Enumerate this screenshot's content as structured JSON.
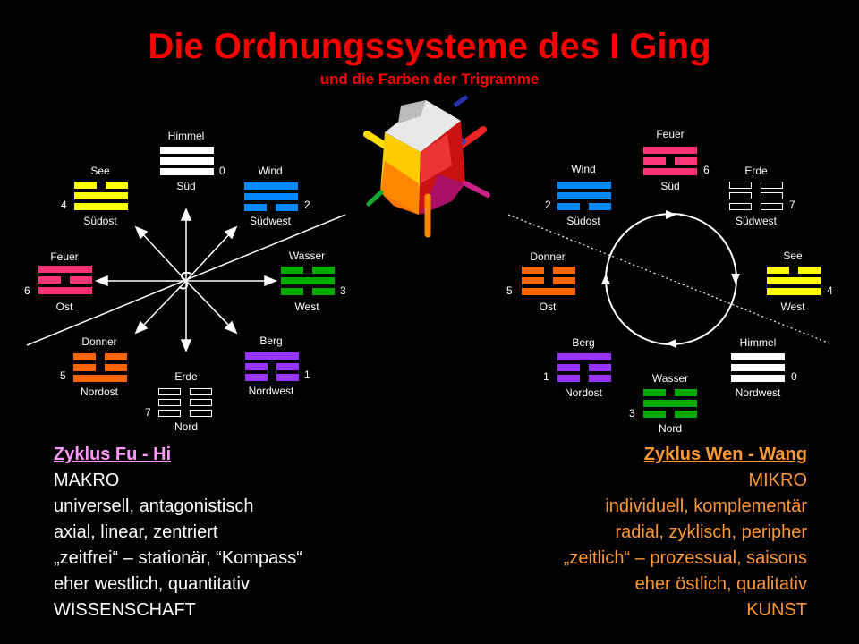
{
  "title": "Die Ordnungssysteme des I Ging",
  "subtitle": "und die Farben der Trigramme",
  "colors": {
    "title": "#ff0000",
    "left_heading": "#ff99ff",
    "right_heading": "#ff9933",
    "right_text": "#ff9933",
    "white": "#ffffff",
    "yellow": "#ffff00",
    "blue": "#0088ff",
    "green": "#00aa00",
    "purple": "#9933ff",
    "orange": "#ff6600",
    "pink": "#ff3377"
  },
  "fuhi": {
    "trigrams": [
      {
        "id": "himmel",
        "name": "Himmel",
        "direction": "Süd",
        "number": "0",
        "color": "#ffffff",
        "lines": [
          1,
          1,
          1
        ],
        "outline": false
      },
      {
        "id": "wind",
        "name": "Wind",
        "direction": "Südwest",
        "number": "2",
        "color": "#0088ff",
        "lines": [
          1,
          1,
          0
        ],
        "outline": false
      },
      {
        "id": "wasser",
        "name": "Wasser",
        "direction": "West",
        "number": "3",
        "color": "#00aa00",
        "lines": [
          0,
          1,
          0
        ],
        "outline": false
      },
      {
        "id": "berg",
        "name": "Berg",
        "direction": "Nordwest",
        "number": "1",
        "color": "#9933ff",
        "lines": [
          1,
          0,
          0
        ],
        "outline": false
      },
      {
        "id": "erde",
        "name": "Erde",
        "direction": "Nord",
        "number": "7",
        "color": "#ffffff",
        "lines": [
          0,
          0,
          0
        ],
        "outline": true
      },
      {
        "id": "donner",
        "name": "Donner",
        "direction": "Nordost",
        "number": "5",
        "color": "#ff6600",
        "lines": [
          0,
          0,
          1
        ],
        "outline": false
      },
      {
        "id": "feuer",
        "name": "Feuer",
        "direction": "Ost",
        "number": "6",
        "color": "#ff3377",
        "lines": [
          1,
          0,
          1
        ],
        "outline": false
      },
      {
        "id": "see",
        "name": "See",
        "direction": "Südost",
        "number": "4",
        "color": "#ffff00",
        "lines": [
          0,
          1,
          1
        ],
        "outline": false
      }
    ]
  },
  "wenwang": {
    "trigrams": [
      {
        "id": "feuer",
        "name": "Feuer",
        "direction": "Süd",
        "number": "6",
        "color": "#ff3377",
        "lines": [
          1,
          0,
          1
        ],
        "outline": false
      },
      {
        "id": "erde",
        "name": "Erde",
        "direction": "Südwest",
        "number": "7",
        "color": "#ffffff",
        "lines": [
          0,
          0,
          0
        ],
        "outline": true
      },
      {
        "id": "see",
        "name": "See",
        "direction": "West",
        "number": "4",
        "color": "#ffff00",
        "lines": [
          0,
          1,
          1
        ],
        "outline": false
      },
      {
        "id": "himmel",
        "name": "Himmel",
        "direction": "Nordwest",
        "number": "0",
        "color": "#ffffff",
        "lines": [
          1,
          1,
          1
        ],
        "outline": false
      },
      {
        "id": "wasser",
        "name": "Wasser",
        "direction": "Nord",
        "number": "3",
        "color": "#00aa00",
        "lines": [
          0,
          1,
          0
        ],
        "outline": false
      },
      {
        "id": "berg",
        "name": "Berg",
        "direction": "Nordost",
        "number": "1",
        "color": "#9933ff",
        "lines": [
          1,
          0,
          0
        ],
        "outline": false
      },
      {
        "id": "donner",
        "name": "Donner",
        "direction": "Ost",
        "number": "5",
        "color": "#ff6600",
        "lines": [
          0,
          0,
          1
        ],
        "outline": false
      },
      {
        "id": "wind",
        "name": "Wind",
        "direction": "Südost",
        "number": "2",
        "color": "#0088ff",
        "lines": [
          1,
          1,
          0
        ],
        "outline": false
      }
    ]
  },
  "left_column": {
    "heading": "Zyklus Fu - Hi",
    "lines": [
      "MAKRO",
      "universell, antagonistisch",
      "axial, linear, zentriert",
      "„zeitfrei“ – stationär, “Kompass“",
      "eher westlich, quantitativ",
      "WISSENSCHAFT"
    ]
  },
  "right_column": {
    "heading": "Zyklus Wen - Wang",
    "lines": [
      "MIKRO",
      "individuell, komplementär",
      "radial, zyklisch, peripher",
      "„zeitlich“ – prozessual, saisons",
      "eher östlich, qualitativ",
      "KUNST"
    ]
  }
}
